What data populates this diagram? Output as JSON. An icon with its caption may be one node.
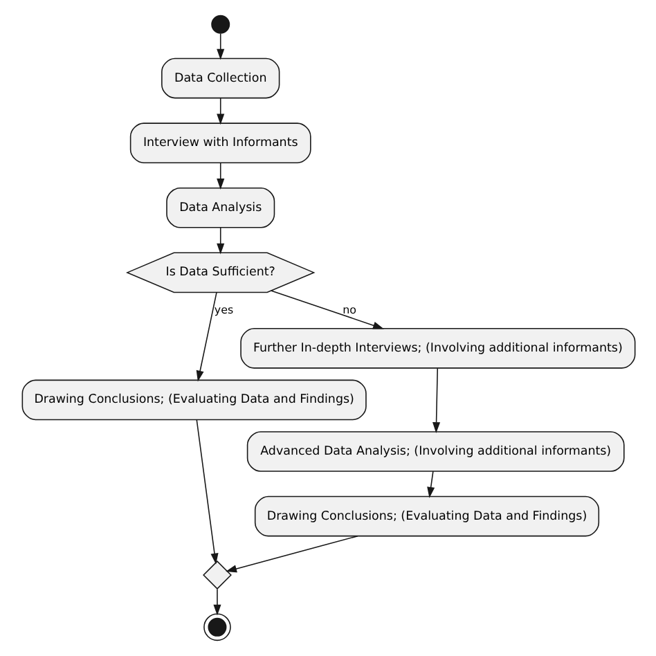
{
  "diagram": {
    "nodes": [
      {
        "text": [],
        "shape": "circle"
      },
      {
        "text": [
          "Data Collection"
        ]
      },
      {
        "text": [
          "Interview with Informants"
        ]
      },
      {
        "text": [
          "Data Analysis"
        ]
      },
      {
        "text": [
          "Is Data Sufficient?"
        ]
      },
      {
        "text": [
          "Drawing Conclusions; (Evaluating Data and Findings)"
        ]
      },
      {
        "text": [
          "Further In-depth Interviews; (Involving additional informants)"
        ]
      },
      {
        "text": [
          "Advanced Data Analysis; (Involving additional informants)"
        ]
      },
      {
        "text": [
          "Drawing Conclusions; (Evaluating Data and Findings)"
        ]
      },
      {
        "text": [],
        "shape": "diamond"
      },
      {
        "text": [],
        "shape": "circle"
      }
    ],
    "edges": [
      {
        "from": 0,
        "to": 1,
        "arrow": "to"
      },
      {
        "from": 1,
        "to": 2,
        "arrow": "to"
      },
      {
        "from": 2,
        "to": 3,
        "arrow": "to"
      },
      {
        "from": 3,
        "to": 4,
        "arrow": "to"
      },
      {
        "from": 4,
        "to": 5,
        "arrow": "to",
        "label": "yes"
      },
      {
        "from": 4,
        "to": 6,
        "arrow": "to",
        "label": "no"
      },
      {
        "from": 6,
        "to": 7,
        "arrow": "to"
      },
      {
        "from": 7,
        "to": 8,
        "arrow": "to"
      },
      {
        "from": 5,
        "to": 9,
        "arrow": "to"
      },
      {
        "from": 8,
        "to": 9,
        "arrow": "to"
      },
      {
        "from": 9,
        "to": 10,
        "arrow": "to"
      }
    ]
  }
}
